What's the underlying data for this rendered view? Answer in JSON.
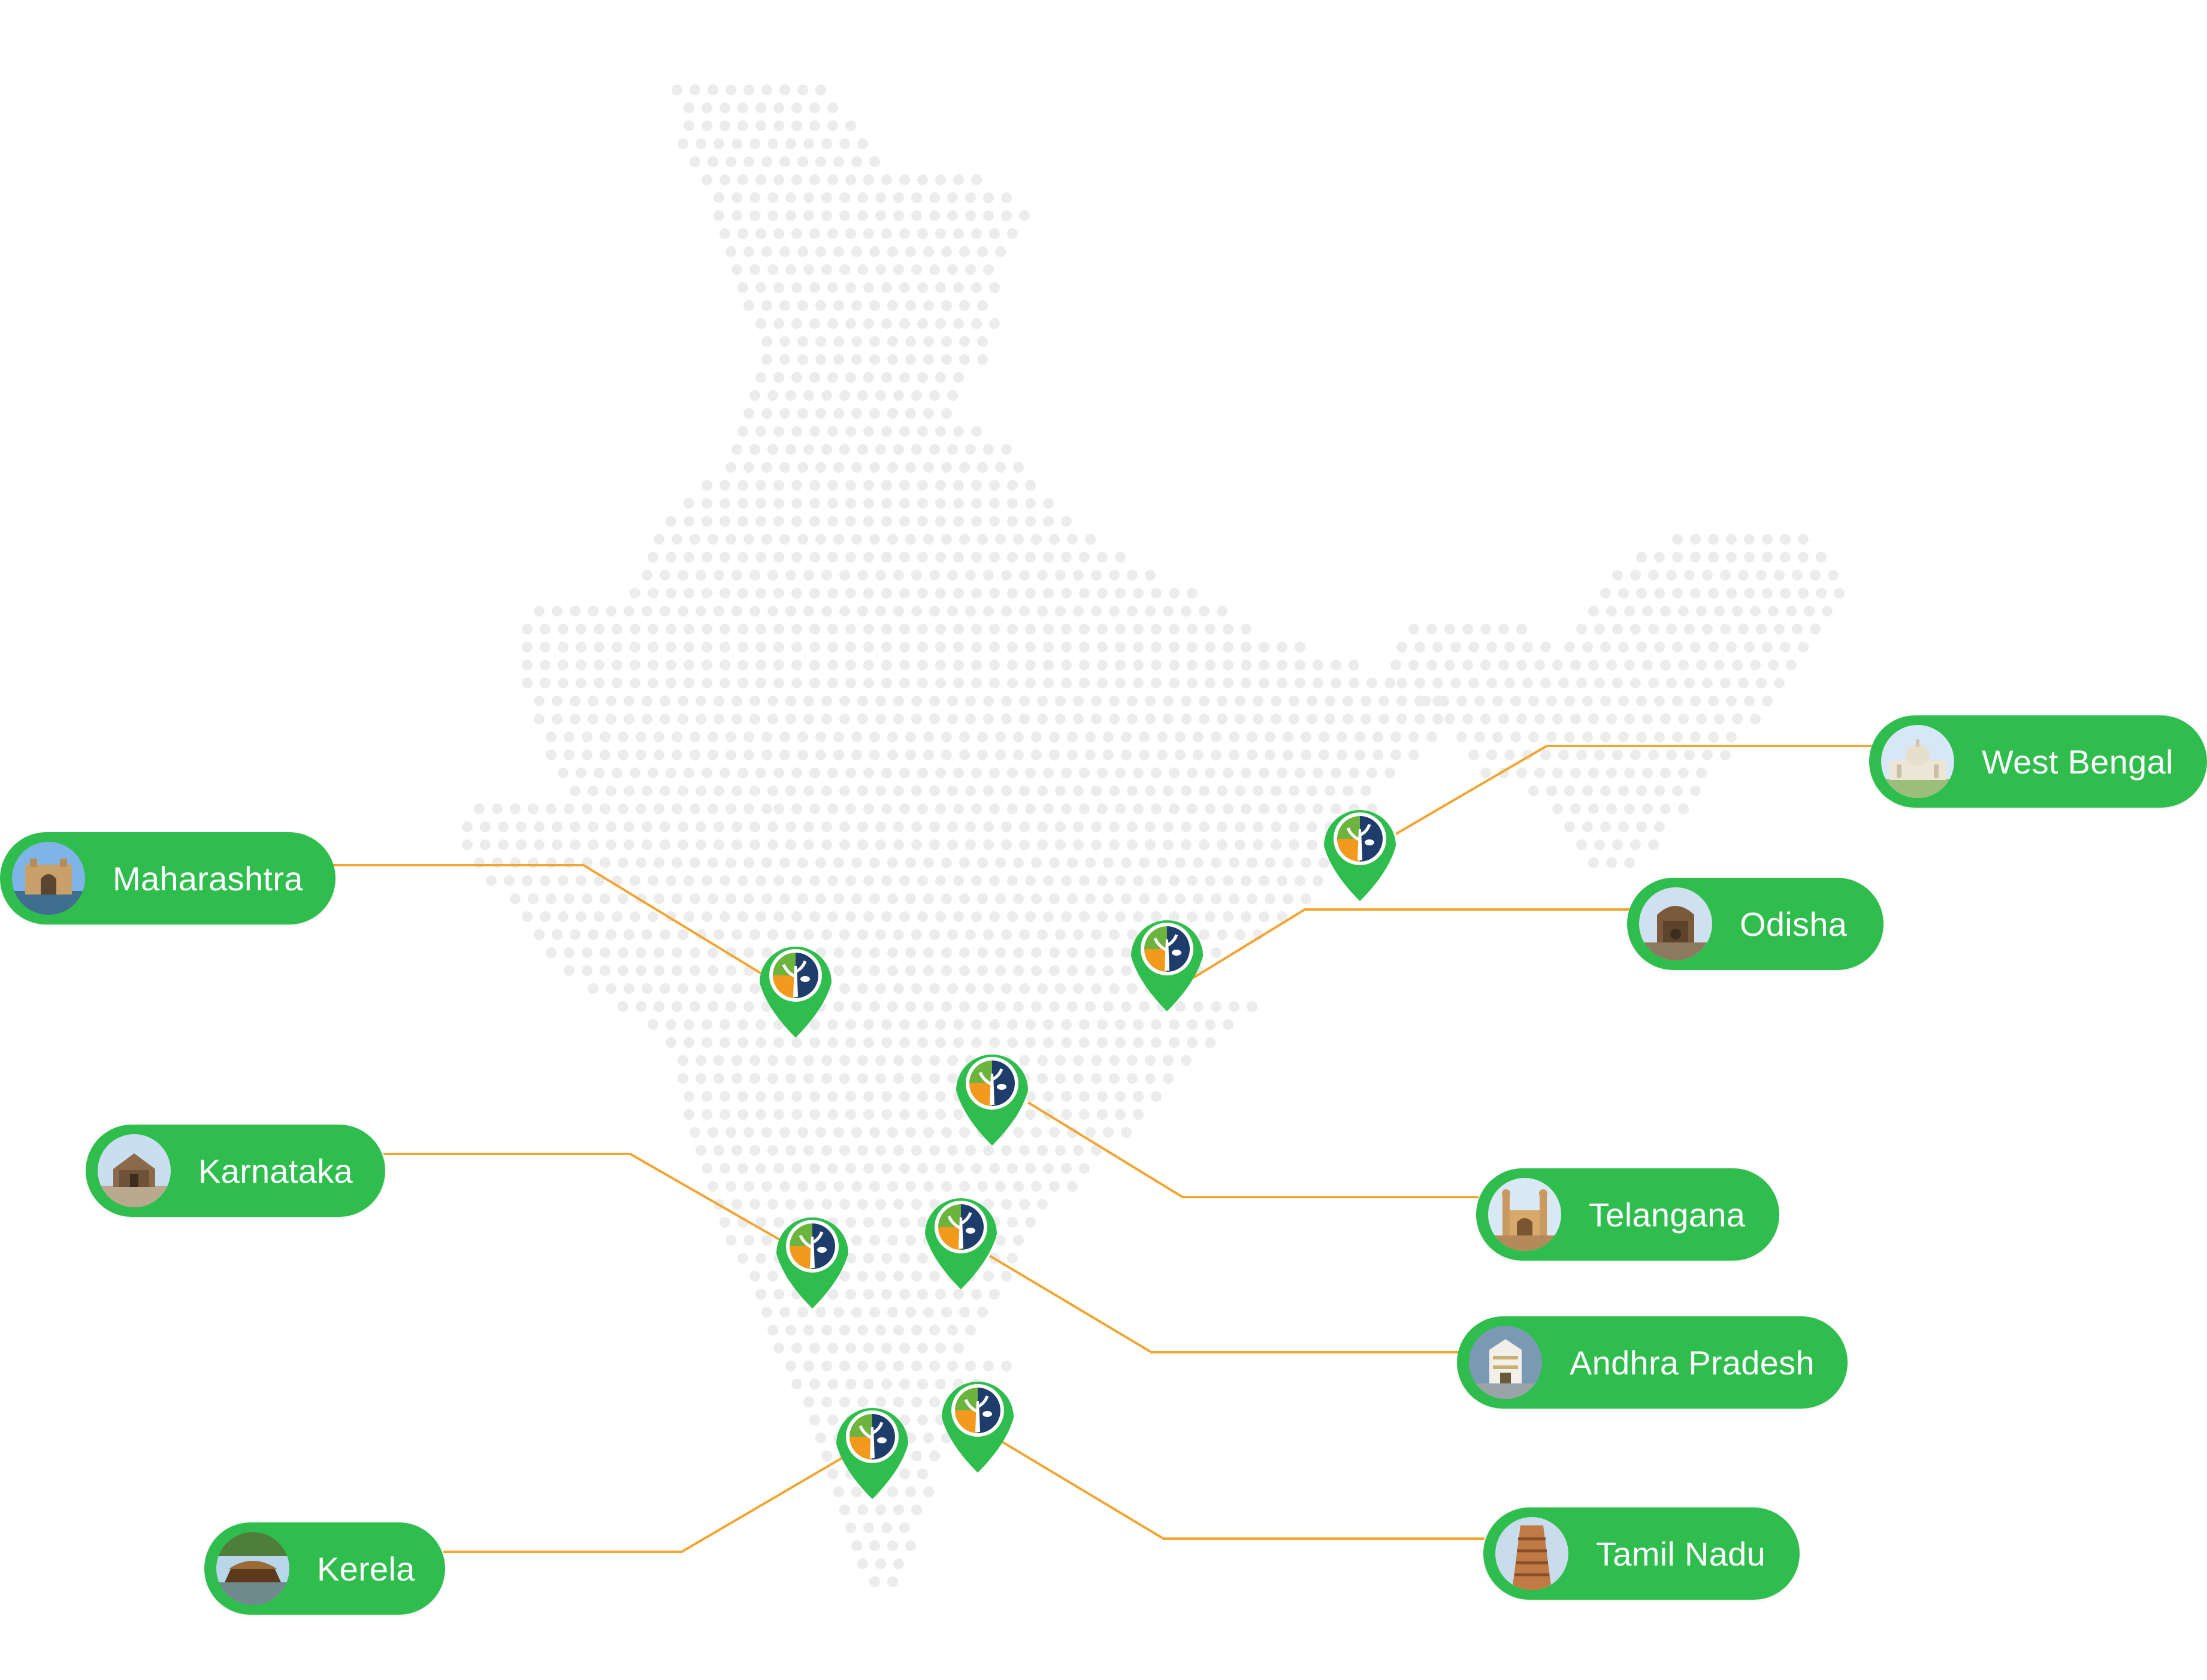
{
  "map": {
    "dot_color": "#ececec",
    "connector_color": "#f2a531",
    "pill_color": "#2fbd4d",
    "pin_color": "#2fbd4d",
    "logo_colors": {
      "leaf_green": "#6db43e",
      "orange": "#f39a1e",
      "navy": "#1f3d6b"
    },
    "marker_icon": "tree-logo-location-pin-icon"
  },
  "locations": [
    {
      "id": "maharashtra",
      "label": "Maharashtra",
      "thumb_icon": "gateway-of-india-icon"
    },
    {
      "id": "karnataka",
      "label": "Karnataka",
      "thumb_icon": "hampi-temple-icon"
    },
    {
      "id": "kerela",
      "label": "Kerela",
      "thumb_icon": "houseboat-icon"
    },
    {
      "id": "west-bengal",
      "label": "West Bengal",
      "thumb_icon": "victoria-memorial-icon"
    },
    {
      "id": "odisha",
      "label": "Odisha",
      "thumb_icon": "konark-temple-icon"
    },
    {
      "id": "telangana",
      "label": "Telangana",
      "thumb_icon": "charminar-icon"
    },
    {
      "id": "andhra-pradesh",
      "label": "Andhra Pradesh",
      "thumb_icon": "tirupati-temple-icon"
    },
    {
      "id": "tamil-nadu",
      "label": "Tamil Nadu",
      "thumb_icon": "meenakshi-gopuram-icon"
    }
  ]
}
